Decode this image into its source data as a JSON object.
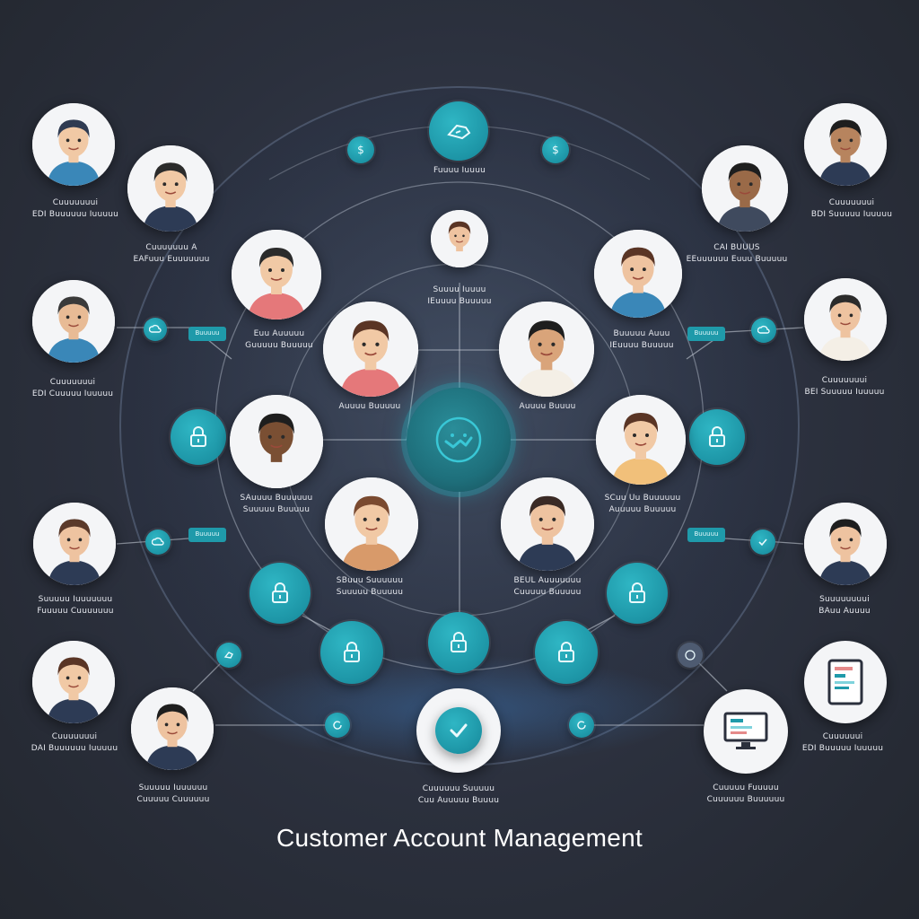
{
  "title": "Customer Account Management",
  "colors": {
    "accent": "#1f9aaa",
    "background": "#2b303d",
    "node": "#f4f5f7"
  },
  "top_icon_label": "Fuuuu Iuuuu",
  "nodes": {
    "outer_tl1": {
      "line1": "Cuuuuuuui",
      "line2": "EDI Buuuuuu Iuuuuu"
    },
    "outer_tl2": {
      "line1": "Cuuuuuuu A",
      "line2": "EAFuuu Euuuuuuu"
    },
    "outer_l1": {
      "line1": "Cuuuuuuui",
      "line2": "EDI Cuuuuu Iuuuuu"
    },
    "outer_l2": {
      "line1": "Suuuuu Iuuuuuuu",
      "line2": "Fuuuuu Cuuuuuuu"
    },
    "outer_bl1": {
      "line1": "Cuuuuuuui",
      "line2": "DAI Buuuuuu Iuuuuu"
    },
    "outer_bl2": {
      "line1": "Suuuuu Iuuuuuu",
      "line2": "Cuuuuu Cuuuuuu"
    },
    "outer_tr1": {
      "line1": "Cuuuuuuui",
      "line2": "BDI Suuuuu Iuuuuu"
    },
    "outer_tr2": {
      "line1": "CAI BUUUS",
      "line2": "EEuuuuuu Euuu Buuuuu"
    },
    "outer_r1": {
      "line1": "Cuuuuuuui",
      "line2": "BEI Suuuuu Iuuuuu"
    },
    "outer_r2": {
      "line1": "Suuuuuuuui",
      "line2": "BAuu Auuuu"
    },
    "outer_br1": {
      "line1": "Cuuuuuui",
      "line2": "EDI Buuuuu Iuuuuu"
    },
    "outer_br2": {
      "line1": "Cuuuuu Fuuuuu",
      "line2": "Cuuuuuu Buuuuuu"
    },
    "ring_top": {
      "line1": "Suuuu Iuuuu",
      "line2": "IEuuuu Buuuuu"
    },
    "ring_tl": {
      "line1": "Euu Auuuuu",
      "line2": "Guuuuu Buuuuu"
    },
    "ring_tr": {
      "line1": "Buuuuu Auuu",
      "line2": "IEuuuu Buuuuu"
    },
    "ring_ml": {
      "line1": "Auuuu Buuuuu",
      "line2": ""
    },
    "ring_mr": {
      "line1": "Auuuu Buuuu",
      "line2": ""
    },
    "ring_l": {
      "line1": "SAuuuu Buuuuuu",
      "line2": "Suuuuu Buuuuu"
    },
    "ring_r": {
      "line1": "SCuu Uu Buuuuuu",
      "line2": "Auuuuu Buuuuu"
    },
    "ring_bl": {
      "line1": "SBuuu Suuuuuu",
      "line2": "Suuuuu Buuuuu"
    },
    "ring_br": {
      "line1": "BEUL Auuuuuuu",
      "line2": "Cuuuuu Buuuuu"
    },
    "check": {
      "line1": "Cuuuuuu Suuuuu",
      "line2": "Cuu Auuuuu Buuuu"
    }
  },
  "tags": [
    "Buuuuu",
    "Buuuuu",
    "Buuuuu",
    "Buuuuu"
  ],
  "icons": {
    "hub": "handshake-icon",
    "lock": "lock-icon",
    "check": "checkmark-icon",
    "dollar": "dollar-icon",
    "cloud": "cloud-icon",
    "monitor": "monitor-icon",
    "tablet": "tablet-icon"
  }
}
